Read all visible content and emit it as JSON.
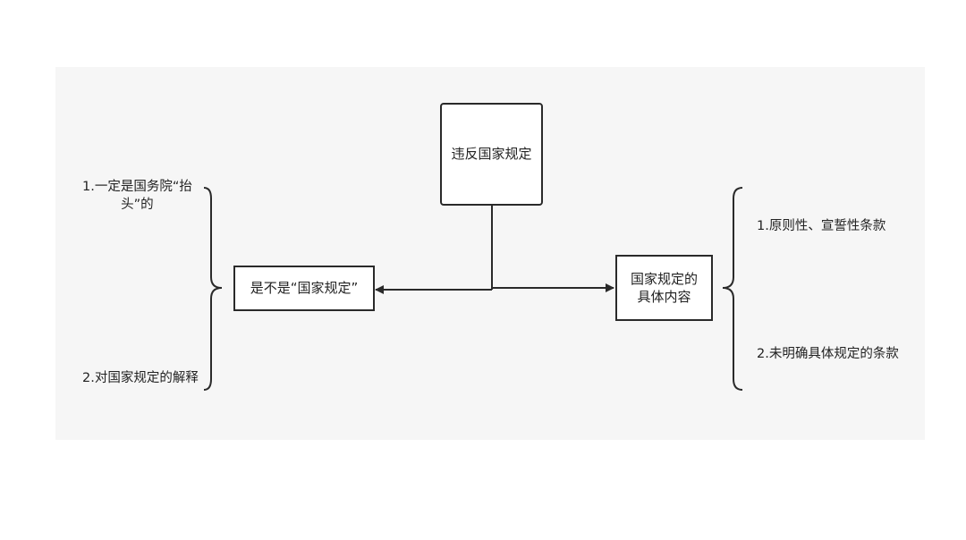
{
  "nodes": {
    "root": "违反国家规定",
    "left": "是不是“国家规定”",
    "right_line1": "国家规定的",
    "right_line2": "具体内容"
  },
  "left_points": {
    "item1_line1": "1.一定是国务院“抬",
    "item1_line2": "头”的",
    "item2": "2.对国家规定的解释"
  },
  "right_points": {
    "item1": "1.原则性、宣誓性条款",
    "item2": "2.未明确具体规定的条款"
  }
}
